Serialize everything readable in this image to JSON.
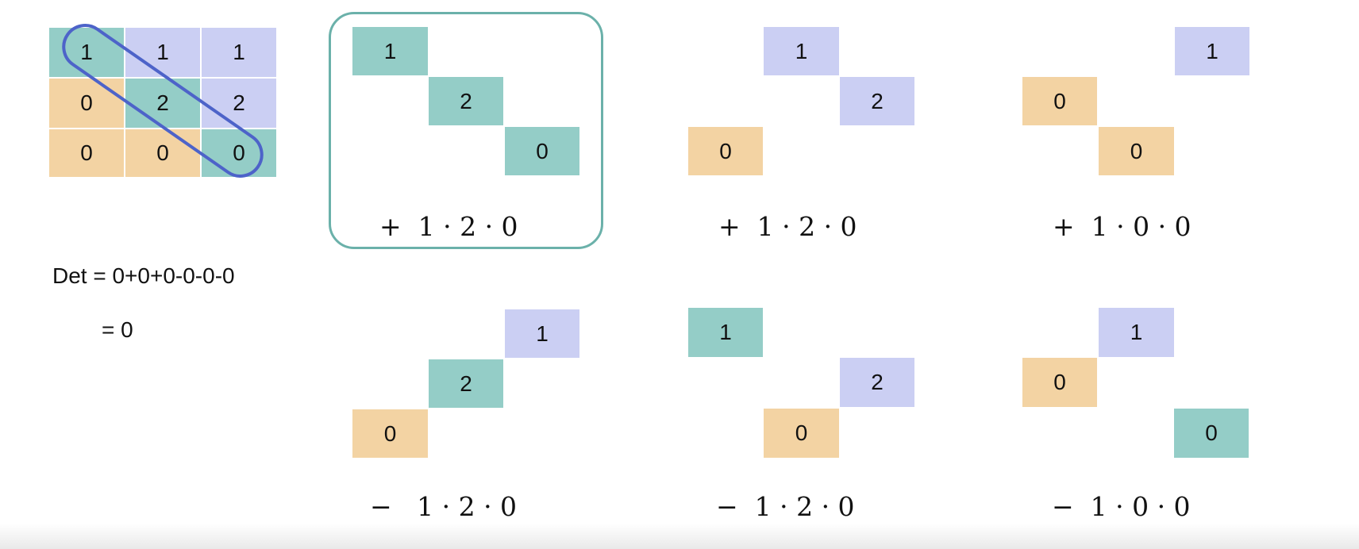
{
  "matrix": {
    "rows": [
      [
        "1",
        "1",
        "1"
      ],
      [
        "0",
        "2",
        "2"
      ],
      [
        "0",
        "0",
        "0"
      ]
    ]
  },
  "determinant": {
    "expansion": "Det = 0+0+0-0-0-0",
    "result": "= 0"
  },
  "diagonals": [
    {
      "cells": [
        "1",
        "2",
        "0"
      ],
      "term": "+  1 · 2 · 0"
    },
    {
      "cells": [
        "1",
        "2",
        "0"
      ],
      "term": "+  1 · 2 · 0"
    },
    {
      "cells": [
        "1",
        "0",
        "0"
      ],
      "term": "+  1 · 0 · 0"
    },
    {
      "cells": [
        "1",
        "2",
        "0"
      ],
      "term": "−   1 · 2 · 0"
    },
    {
      "cells": [
        "1",
        "2",
        "0"
      ],
      "term": "−  1 · 2 · 0"
    },
    {
      "cells": [
        "1",
        "0",
        "0"
      ],
      "term": "−  1 · 0 · 0"
    }
  ],
  "colors": {
    "teal": "#94cdc7",
    "lavender": "#cbcff3",
    "peach": "#f3d3a3",
    "highlight_border": "#6bb1aa",
    "diagonal_loop": "#4d63c9"
  }
}
